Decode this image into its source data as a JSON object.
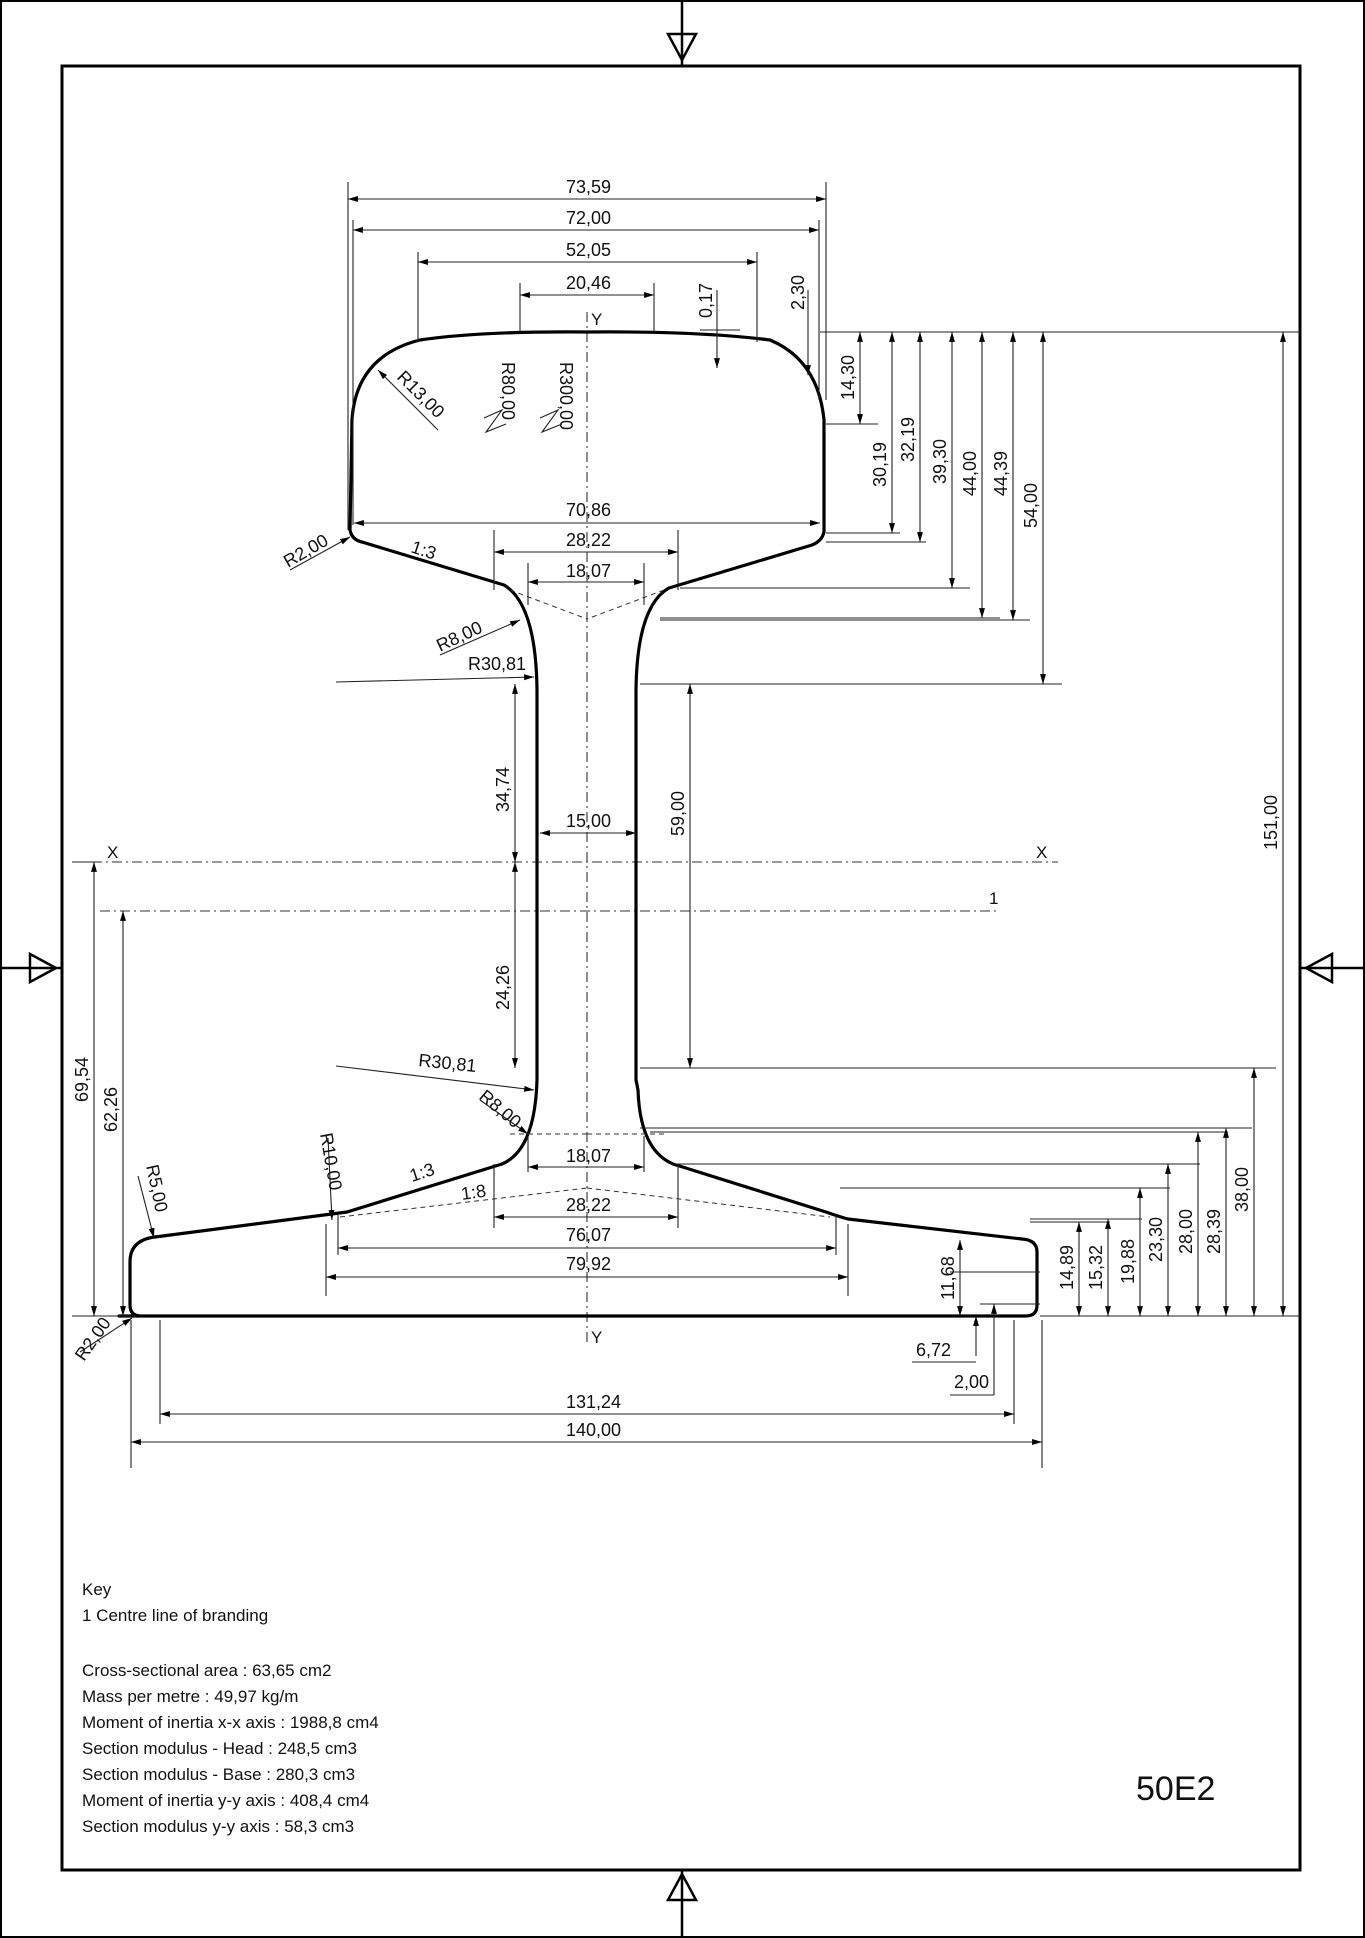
{
  "title": "50E2",
  "axis_labels": {
    "y_top": "Y",
    "y_bottom": "Y",
    "x_left": "X",
    "x_right": "X",
    "branding_ref": "1"
  },
  "dims": {
    "d73_59": "73,59",
    "d72_00": "72,00",
    "d52_05": "52,05",
    "d20_46": "20,46",
    "d0_17": "0,17",
    "d2_30": "2,30",
    "r13": "R13,00",
    "r80": "R80,00",
    "r300": "R300,00",
    "d14_30": "14,30",
    "d30_19": "30,19",
    "d32_19": "32,19",
    "d39_30": "39,30",
    "d44_00": "44,00",
    "d44_39": "44,39",
    "d54_00": "54,00",
    "d70_86": "70,86",
    "d28_22_top": "28,22",
    "d18_07_top": "18,07",
    "r2_top": "R2,00",
    "slope_top": "1:3",
    "r8_top": "R8,00",
    "r30_81_top": "R30,81",
    "d34_74": "34,74",
    "d15_00": "15,00",
    "d59_00": "59,00",
    "d151_00": "151,00",
    "d24_26": "24,26",
    "r30_81_bot": "R30,81",
    "r8_bot": "R8,00",
    "r10": "R10,00",
    "slope_bot": "1:3",
    "slope_18": "1:8",
    "d18_07_bot": "18,07",
    "d28_22_bot": "28,22",
    "d76_07": "76,07",
    "d79_92": "79,92",
    "r5": "R5,00",
    "r2_bot": "R2,00",
    "d69_54": "69,54",
    "d62_26": "62,26",
    "d11_68": "11,68",
    "d6_72": "6,72",
    "d2_00": "2,00",
    "d14_89": "14,89",
    "d15_32": "15,32",
    "d19_88": "19,88",
    "d23_30": "23,30",
    "d28_00": "28,00",
    "d28_39": "28,39",
    "d38_00": "38,00",
    "d131_24": "131,24",
    "d140_00": "140,00"
  },
  "key": {
    "heading": "Key",
    "item1": "1 Centre line of branding",
    "area": "Cross-sectional area : 63,65 cm2",
    "mass": "Mass per metre : 49,97 kg/m",
    "ixx": "Moment of inertia x-x axis : 1988,8 cm4",
    "head": "Section modulus - Head : 248,5 cm3",
    "base": "Section modulus - Base : 280,3 cm3",
    "iyy": "Moment of inertia y-y axis : 408,4 cm4",
    "wyy": "Section modulus y-y axis : 58,3 cm3"
  }
}
